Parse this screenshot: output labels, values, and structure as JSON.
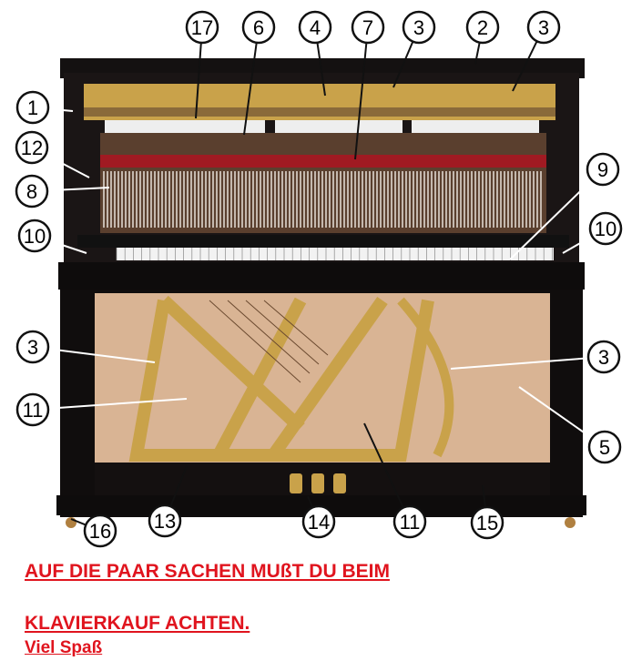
{
  "diagram": {
    "title": "Upright piano anatomy",
    "callouts": [
      "17",
      "6",
      "4",
      "7",
      "3",
      "2",
      "3",
      "1",
      "12",
      "8",
      "10",
      "9",
      "10",
      "3",
      "3",
      "11",
      "5",
      "13",
      "14",
      "11",
      "15",
      "16"
    ],
    "colors": {
      "case": "#0e0c0c",
      "frame": "#c9a24a",
      "soundboard": "#d9b494",
      "felt": "#a01a22",
      "keys": "#f2f2f2"
    }
  },
  "notes": {
    "line1": "AUF DIE PAAR SACHEN MUßT DU BEIM",
    "line2": "KLAVIERKAUF ACHTEN.",
    "line3": "Viel Spaß"
  }
}
